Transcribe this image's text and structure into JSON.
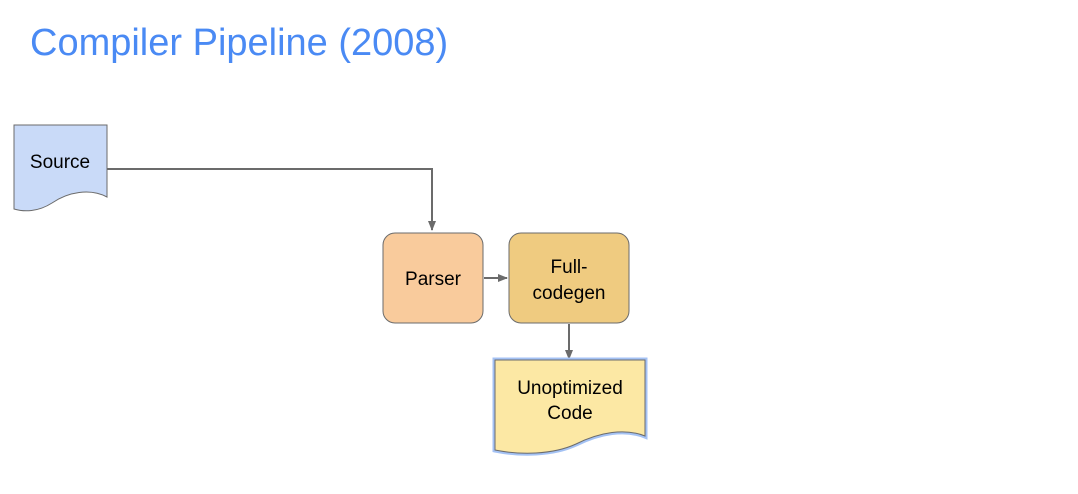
{
  "slide": {
    "title": "Compiler Pipeline (2008)"
  },
  "diagram": {
    "nodes": {
      "source": {
        "lines": [
          "Source"
        ],
        "shape": "document",
        "fill": "#c9daf8",
        "stroke": "#6b6b6b"
      },
      "parser": {
        "lines": [
          "Parser"
        ],
        "shape": "rounded-rect",
        "fill": "#f9cb9c",
        "stroke": "#6b6b6b"
      },
      "fullcodegen": {
        "lines": [
          "Full-",
          "codegen"
        ],
        "shape": "rounded-rect",
        "fill": "#efcb80",
        "stroke": "#6b6b6b"
      },
      "unoptimized": {
        "lines": [
          "Unoptimized",
          "Code"
        ],
        "shape": "document",
        "fill": "#fce8a4",
        "stroke": "#6b6b6b",
        "highlight": "#a4c2f4"
      }
    },
    "edges": [
      {
        "from": "source",
        "to": "parser"
      },
      {
        "from": "parser",
        "to": "fullcodegen"
      },
      {
        "from": "fullcodegen",
        "to": "unoptimized"
      }
    ],
    "colors": {
      "title": "#4a8af4",
      "connector": "#6b6b6b"
    }
  }
}
